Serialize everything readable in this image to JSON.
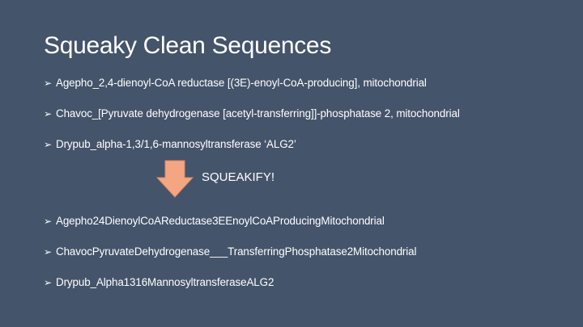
{
  "slide": {
    "title": "Squeaky Clean Sequences",
    "bullet_glyph": "➢",
    "original_names": [
      "Agepho_2,4-dienoyl-CoA reductase [(3E)-enoyl-CoA-producing], mitochondrial",
      "Chavoc_[Pyruvate dehydrogenase [acetyl-transferring]]-phosphatase 2, mitochondrial",
      "Drypub_alpha-1,3/1,6-mannosyltransferase ‘ALG2’"
    ],
    "arrow_label": "SQUEAKIFY!",
    "clean_names": [
      "Agepho24DienoylCoAReductase3EEnoylCoAProducingMitochondrial",
      "ChavocPyruvateDehydrogenase___TransferringPhosphatase2Mitochondrial",
      "Drypub_Alpha1316MannosyltransferaseALG2"
    ],
    "colors": {
      "background": "#44546a",
      "text": "#ffffff",
      "arrow_fill": "#f4a582",
      "arrow_stroke": "#d98a66"
    },
    "icons": {
      "bullet": "arrowhead-bullet-icon",
      "arrow": "down-arrow-icon"
    }
  }
}
